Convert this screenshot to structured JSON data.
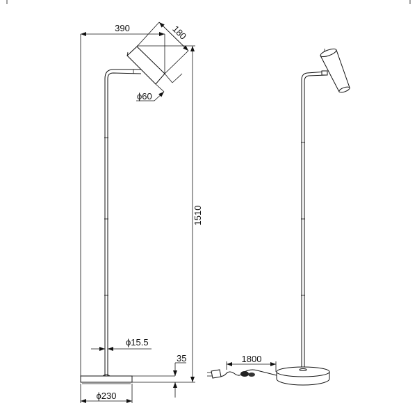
{
  "drawing": {
    "dimensions": {
      "arm_reach": "390",
      "shade_length": "180",
      "shade_diameter": "ϕ60",
      "height": "1510",
      "pole_diameter": "ϕ15.5",
      "base_height": "35",
      "base_diameter": "ϕ230",
      "cord_length": "1800"
    }
  }
}
